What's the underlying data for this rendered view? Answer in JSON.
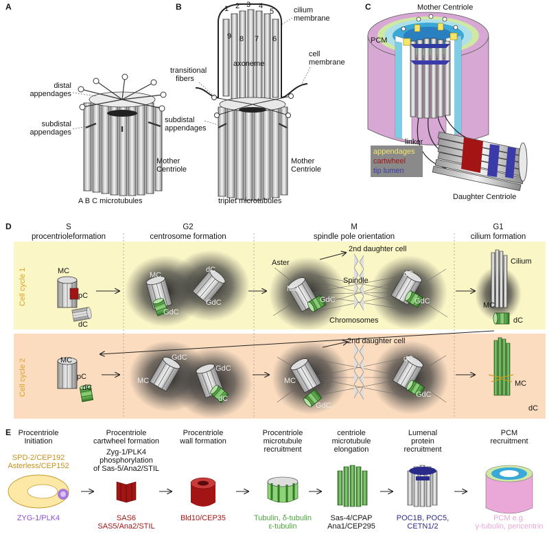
{
  "panels": {
    "A": "A",
    "B": "B",
    "C": "C",
    "D": "D",
    "E": "E"
  },
  "panelA": {
    "distal": [
      "distal",
      "appendages"
    ],
    "subdistal": [
      "subdistal",
      "appendages"
    ],
    "mother": [
      "Mother",
      "Centriole"
    ],
    "microtubules": "A B C microtubules"
  },
  "panelB": {
    "nums": [
      "1",
      "2",
      "3",
      "4",
      "5",
      "6",
      "7",
      "8",
      "9"
    ],
    "cilium_membrane": [
      "cilium",
      "membrane"
    ],
    "cell_membrane": [
      "cell",
      "membrane"
    ],
    "axoneme": "axoneme",
    "transitional": [
      "transitional",
      "fibers"
    ],
    "subdistal": [
      "subdistal",
      "appendages"
    ],
    "mother": [
      "Mother",
      "Centriole"
    ],
    "triplet": "triplet microtubules"
  },
  "panelC": {
    "title": "Mother Centriole",
    "pcm": "PCM",
    "linker": "linker",
    "daughter": "Daughter Centriole",
    "legend": [
      {
        "label": "appendages",
        "color": "#f5e66a"
      },
      {
        "label": "cartwheel",
        "color": "#a31515"
      },
      {
        "label": "tip lumen",
        "color": "#3a3aa8"
      }
    ]
  },
  "panelD": {
    "phases": [
      {
        "letter": "S",
        "name": "procentrioleformation"
      },
      {
        "letter": "G2",
        "name": "centrosome formation"
      },
      {
        "letter": "M",
        "name": "spindle pole orientation"
      },
      {
        "letter": "G1",
        "name": "cilium formation"
      }
    ],
    "cycle1": "Cell cycle 1",
    "cycle2": "Cell cycle 2",
    "labels": {
      "MC": "MC",
      "pC": "pC",
      "dC": "dC",
      "GdC": "GdC",
      "aster": "Aster",
      "spindle": "Spindle",
      "chromosomes": "Chromosomes",
      "second_daughter": "2nd daughter cell",
      "cilium": "Cilium"
    },
    "colors": {
      "cycle1_bg": "#fbf6c6",
      "cycle2_bg": "#fbdcbf"
    }
  },
  "panelE": {
    "steps": [
      {
        "title": [
          "Procentriole",
          "Initiation"
        ],
        "top": [
          "SPD-2/CEP192",
          "Asterless/CEP152"
        ],
        "bottom": [
          "ZYG-1/PLK4"
        ],
        "top_color": "#c8901a",
        "bottom_color": "#8a4fd6"
      },
      {
        "title": [
          "Procentriole",
          "cartwheel formation"
        ],
        "top": [
          "Zyg-1/PLK4",
          "phosphorylation",
          "of Sas-5/Ana2/STIL"
        ],
        "bottom": [
          "SAS6",
          "SAS5/Ana2/STIL"
        ],
        "top_color": "#111111",
        "bottom_color": "#a31515"
      },
      {
        "title": [
          "Procentriole",
          "wall formation"
        ],
        "bottom": [
          "Bld10/CEP35"
        ],
        "bottom_color": "#a31515"
      },
      {
        "title": [
          "Procentriole",
          "microtubule",
          "recruitment"
        ],
        "bottom": [
          "Tubulin, δ-tubulin",
          "ε-tubulin"
        ],
        "bottom_color": "#4aa63a"
      },
      {
        "title": [
          "centriole",
          "microtubule",
          "elongation"
        ],
        "bottom": [
          "Sas-4/CPAP",
          "Ana1/CEP295"
        ],
        "bottom_color": "#111111"
      },
      {
        "title": [
          "Lumenal",
          "protein",
          "recruitment"
        ],
        "bottom": [
          "POC1B, POC5,",
          "CETN1/2"
        ],
        "bottom_color": "#2a2a8a"
      },
      {
        "title": [
          "PCM",
          "recruitment"
        ],
        "bottom": [
          "PCM e.g.",
          "γ-tubulin, pericentrin"
        ],
        "bottom_color": "#e9a8d8"
      }
    ]
  }
}
